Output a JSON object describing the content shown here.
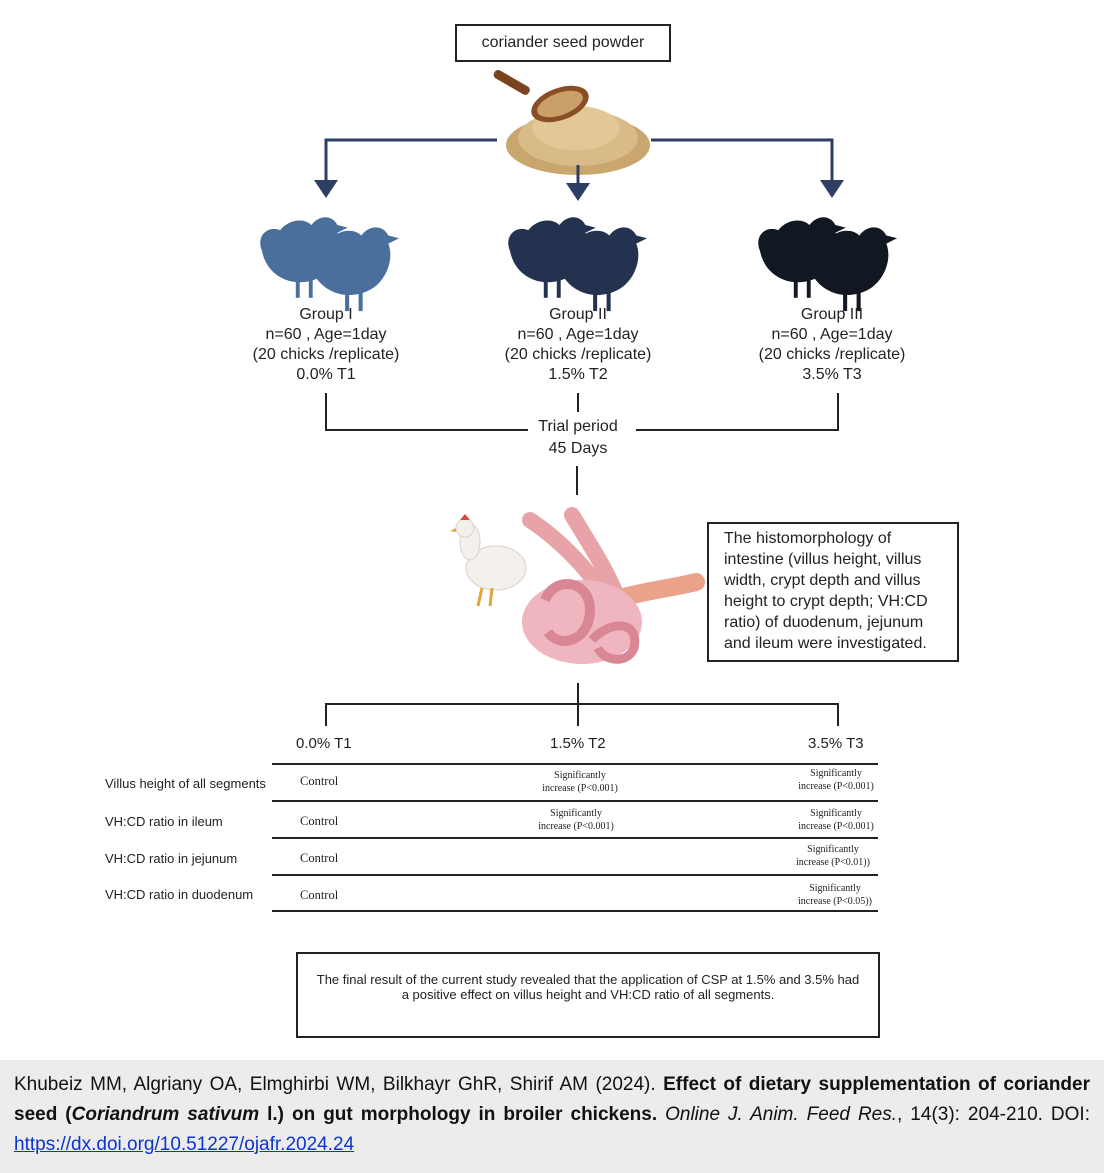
{
  "top_label": "coriander seed powder",
  "groups": [
    {
      "title": "Group I",
      "n": "n=60 , Age=1day",
      "rep": "(20 chicks /replicate)",
      "dose": "0.0% T1"
    },
    {
      "title": "Group  II",
      "n": "n=60 , Age=1day",
      "rep": "(20 chicks /replicate)",
      "dose": "1.5% T2"
    },
    {
      "title": "Group  III",
      "n": "n=60 , Age=1day",
      "rep": "(20 chicks /replicate)",
      "dose": "3.5% T3"
    }
  ],
  "trial": {
    "line1": "Trial period",
    "line2": "45 Days"
  },
  "histo_box": "The histomorphology of intestine (villus height, villus width, crypt depth and villus height to crypt depth; VH:CD ratio) of duodenum, jejunum and ileum were investigated.",
  "table": {
    "headers": [
      "0.0% T1",
      "1.5% T2",
      "3.5% T3"
    ],
    "rows": [
      {
        "label": "Villus height of all segments",
        "c1": "Control",
        "c2a": "Significantly",
        "c2b": "increase (P<0.001)",
        "c3a": "Significantly",
        "c3b": "increase (P<0.001)"
      },
      {
        "label": "VH:CD ratio  in ileum",
        "c1": "Control",
        "c2a": "Significantly",
        "c2b": "increase (P<0.001)",
        "c3a": "Significantly",
        "c3b": "increase (P<0.001)"
      },
      {
        "label": "VH:CD ratio  in  jejunum",
        "c1": "Control",
        "c2a": "",
        "c2b": "",
        "c3a": "Significantly",
        "c3b": "increase (P<0.01))"
      },
      {
        "label": "VH:CD ratio  in  duodenum",
        "c1": "Control",
        "c2a": "",
        "c2b": "",
        "c3a": "Significantly",
        "c3b": "increase (P<0.05))"
      }
    ]
  },
  "conclusion": "The final result of the current study revealed that the application of CSP at 1.5% and 3.5% had a positive effect on villus height and VH:CD ratio of all segments.",
  "citation": {
    "authors": "Khubeiz MM, Algriany OA, Elmghirbi WM, Bilkhayr GhR, Shirif AM (2024). ",
    "title_part1": "Effect of dietary supplementation of coriander seed (",
    "title_italic": "Coriandrum sativum",
    "title_part2": " l.) on gut morphology in broiler chickens.",
    "journal": "Online J. Anim. Feed Res.",
    "volume": ", 14(3): 204-210. DOI: ",
    "doi": "https://dx.doi.org/10.51227/ojafr.2024.24"
  },
  "colors": {
    "group1": "#4a6f9c",
    "group2": "#23324f",
    "group3": "#121821",
    "arrow": "#2c3f63",
    "footer_bg": "#ececec",
    "link": "#0b36c8"
  }
}
